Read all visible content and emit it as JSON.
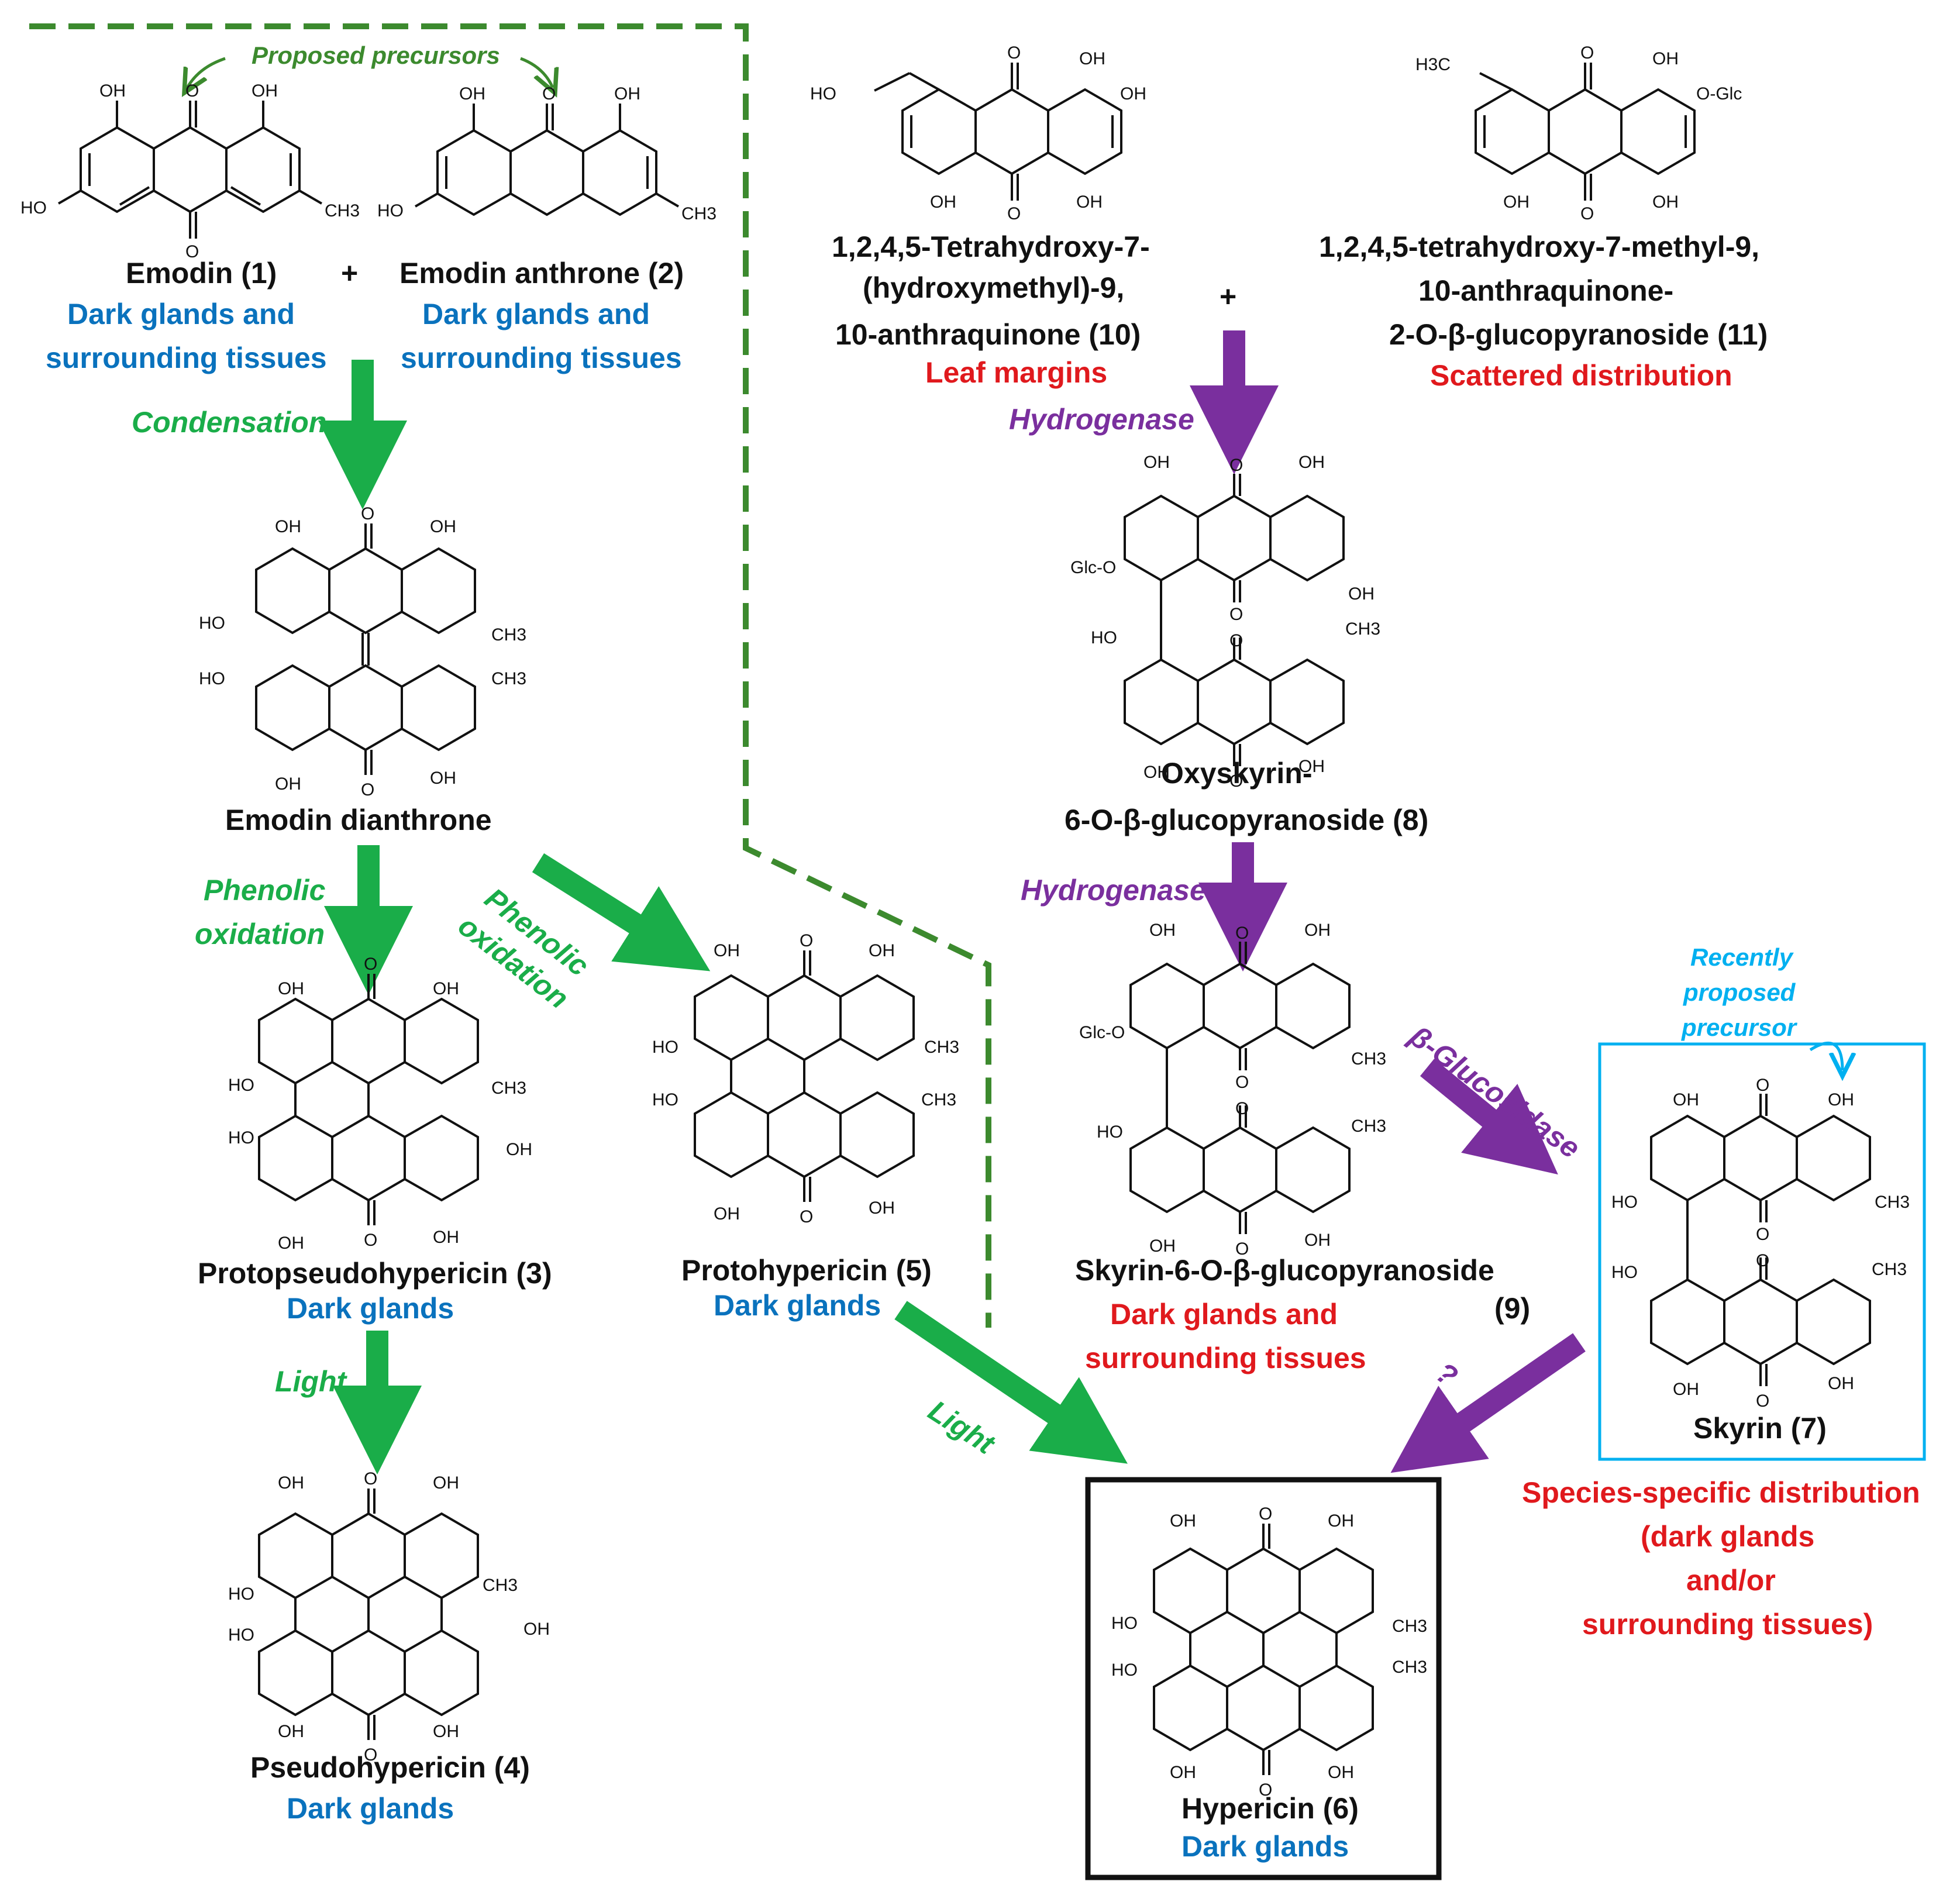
{
  "annotations": {
    "proposed_precursors": "Proposed precursors",
    "recently_proposed": [
      "Recently",
      "proposed",
      "precursor"
    ],
    "plus": "+",
    "question": "?"
  },
  "compounds": {
    "emodin": {
      "name": "Emodin (1)",
      "location": [
        "Dark glands and",
        "surrounding tissues"
      ]
    },
    "emodin_anthrone": {
      "name": "Emodin anthrone (2)",
      "location": [
        "Dark glands and",
        "surrounding tissues"
      ]
    },
    "emodin_dianthrone": {
      "name": "Emodin dianthrone"
    },
    "protopseudohypericin": {
      "name": "Protopseudohypericin (3)",
      "location": "Dark glands"
    },
    "pseudohypericin": {
      "name": "Pseudohypericin (4)",
      "location": "Dark glands"
    },
    "protohypericin": {
      "name": "Protohypericin (5)",
      "location": "Dark glands"
    },
    "hypericin": {
      "name": "Hypericin (6)",
      "location": "Dark glands"
    },
    "skyrin": {
      "name": "Skyrin (7)",
      "location": [
        "Species-specific distribution",
        "(dark glands",
        "and/or",
        "surrounding tissues)"
      ]
    },
    "oxyskyrin_glc": {
      "name": [
        "Oxyskyrin-",
        "6-O-β-glucopyranoside (8)"
      ]
    },
    "skyrin_glc": {
      "name": [
        "Skyrin-6-O-β-glucopyranoside",
        "(9)"
      ],
      "location": [
        "Dark glands and",
        "surrounding tissues"
      ]
    },
    "tetrahydroxy_hm": {
      "name": [
        "1,2,4,5-Tetrahydroxy-7-",
        "(hydroxymethyl)-9,",
        "10-anthraquinone (10)"
      ],
      "location": "Leaf margins"
    },
    "tetrahydroxy_me_glc": {
      "name": [
        "1,2,4,5-tetrahydroxy-7-methyl-9,",
        "10-anthraquinone-",
        "2-O-β-glucopyranoside (11)"
      ],
      "location": "Scattered distribution"
    }
  },
  "steps": {
    "condensation": "Condensation",
    "phenolic_oxidation_1": [
      "Phenolic",
      "oxidation"
    ],
    "phenolic_oxidation_2": [
      "Phenolic",
      "oxidation"
    ],
    "light_1": "Light",
    "light_2": "Light",
    "hydrogenase_1": "Hydrogenase",
    "hydrogenase_2": "Hydrogenase",
    "glucosidase": "β-Glucosidase"
  },
  "structure_labels": {
    "oh": "OH",
    "ho": "HO",
    "ch3": "CH3",
    "o": "O",
    "glc_o": "Glc-O",
    "o_glc": "O-Glc",
    "h3c": "H3C"
  },
  "colors": {
    "green_arrow": "#1aad49",
    "purple_arrow": "#7a2f9e",
    "dashed_line": "#3c8a2e",
    "blue_text": "#0a72bd",
    "red_text": "#e0191d",
    "cyan_box": "#00b0f0"
  }
}
